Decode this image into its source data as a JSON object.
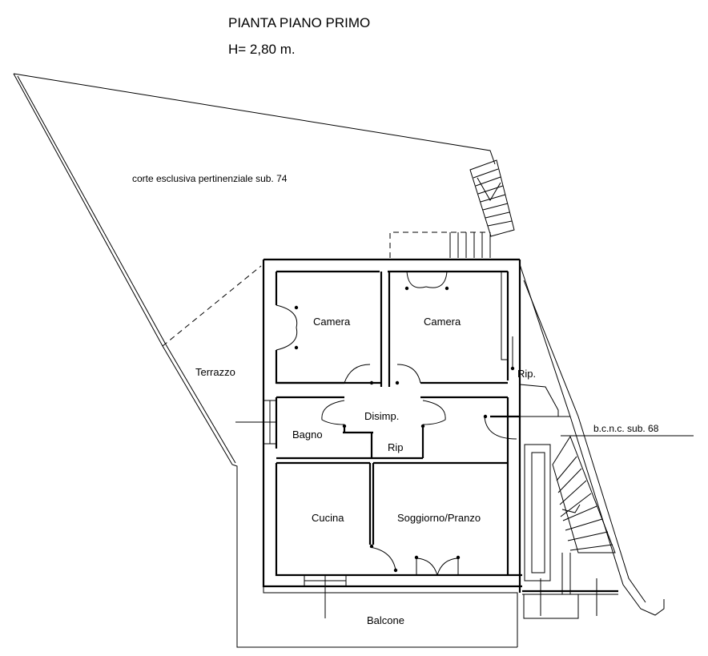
{
  "header": {
    "title": "PIANTA PIANO PRIMO",
    "height": "H= 2,80 m."
  },
  "rooms": {
    "corte": "corte esclusiva pertinenziale sub. 74",
    "camera_left": "Camera",
    "camera_right": "Camera",
    "terrazzo": "Terrazzo",
    "rip_right": "Rip.",
    "disimp": "Disimp.",
    "bagno": "Bagno",
    "rip_center": "Rip",
    "bcnc": "b.c.n.c. sub. 68",
    "cucina": "Cucina",
    "soggiorno": "Soggiorno/Pranzo",
    "balcone": "Balcone"
  }
}
